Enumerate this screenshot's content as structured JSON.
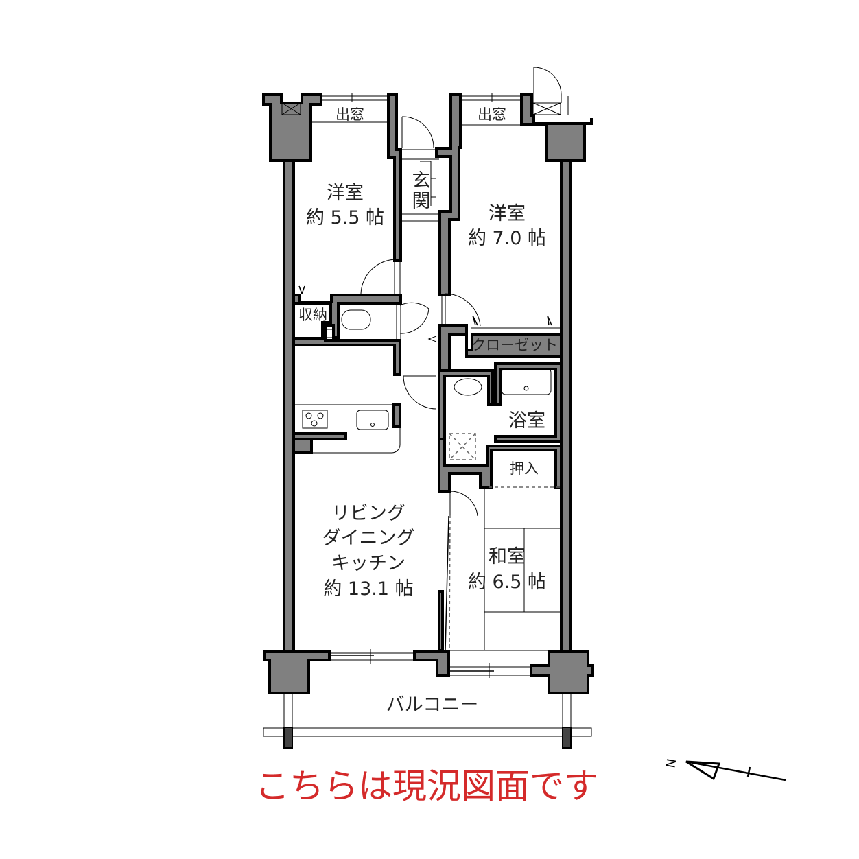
{
  "rooms": {
    "western1": {
      "name": "洋室",
      "size": "約 5.5 帖"
    },
    "western2": {
      "name": "洋室",
      "size": "約 7.0 帖"
    },
    "ldk": {
      "line1": "リビング",
      "line2": "ダイニング",
      "line3": "キッチン",
      "size": "約 13.1 帖"
    },
    "japanese": {
      "name": "和室",
      "size": "約 6.5 帖"
    },
    "entrance_1": "玄",
    "entrance_2": "関",
    "storage": "収納",
    "closet": "クローゼット",
    "bath": "浴室",
    "oshiire": "押入",
    "bay_window_1": "出窓",
    "bay_window_2": "出窓",
    "balcony": "バルコニー"
  },
  "notice": {
    "text": "こちらは現況図面です",
    "color": "#d42a2a"
  },
  "compass": {
    "label": "N"
  }
}
